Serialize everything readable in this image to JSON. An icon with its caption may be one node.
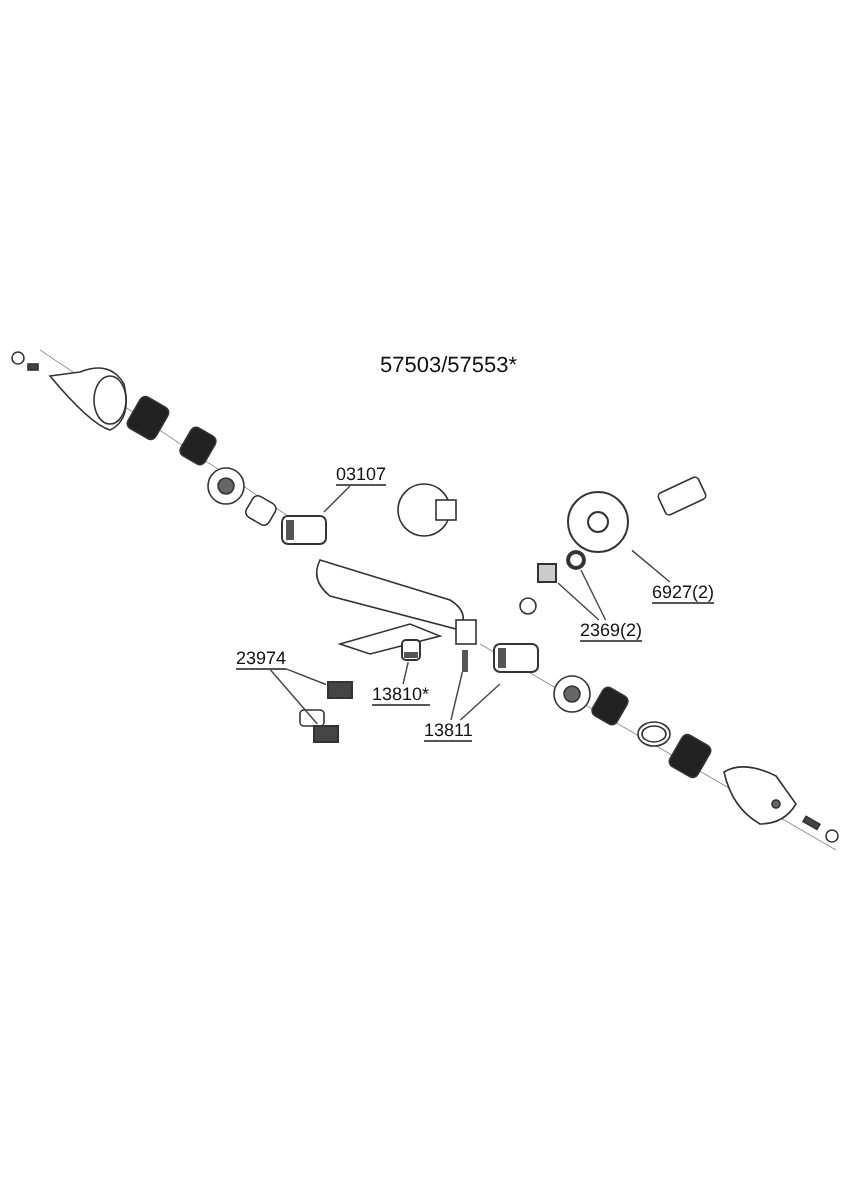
{
  "diagram": {
    "title": "57503/57553*",
    "nodes": [
      {
        "text": [
          "03107"
        ]
      },
      {
        "text": [],
        "shape": "picture"
      },
      {
        "text": [
          "6927(2)"
        ]
      },
      {
        "text": [],
        "shape": "picture"
      },
      {
        "text": [
          "2369(2)"
        ]
      },
      {
        "text": [],
        "shape": "box"
      },
      {
        "text": [],
        "shape": "circle"
      },
      {
        "text": [
          "23974"
        ]
      },
      {
        "text": [],
        "shape": "box"
      },
      {
        "text": [],
        "shape": "box"
      },
      {
        "text": [
          "13810*"
        ]
      },
      {
        "text": [],
        "shape": "picture"
      },
      {
        "text": [
          "13811"
        ]
      },
      {
        "text": [],
        "shape": "bar"
      },
      {
        "text": [],
        "shape": "picture"
      }
    ],
    "edges": [
      {
        "from": 0,
        "to": 1,
        "arrow": "none"
      },
      {
        "from": 2,
        "to": 3,
        "arrow": "none"
      },
      {
        "from": 4,
        "to": 5,
        "arrow": "none"
      },
      {
        "from": 4,
        "to": 6,
        "arrow": "none"
      },
      {
        "from": 7,
        "to": 8,
        "arrow": "none"
      },
      {
        "from": 7,
        "to": 9,
        "arrow": "none"
      },
      {
        "from": 10,
        "to": 11,
        "arrow": "none"
      },
      {
        "from": 12,
        "to": 13,
        "arrow": "none"
      },
      {
        "from": 12,
        "to": 14,
        "arrow": "none"
      }
    ]
  }
}
